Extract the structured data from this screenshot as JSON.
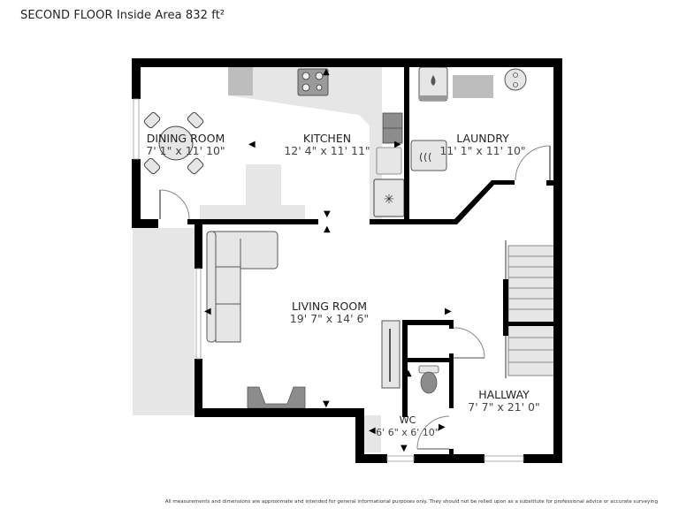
{
  "header": {
    "title": "SECOND FLOOR Inside Area 832 ft²"
  },
  "rooms": [
    {
      "name": "DINING ROOM",
      "dimensions": "7' 1\" x 11' 10\""
    },
    {
      "name": "KITCHEN",
      "dimensions": "12' 4\" x 11' 11\""
    },
    {
      "name": "LAUNDRY",
      "dimensions": "11' 1\" x 11' 10\""
    },
    {
      "name": "LIVING ROOM",
      "dimensions": "19' 7\" x 14' 6\""
    },
    {
      "name": "HALLWAY",
      "dimensions": "7' 7\" x 21' 0\""
    },
    {
      "name": "WC",
      "dimensions": "6' 6\" x 6' 10\""
    }
  ],
  "footer": {
    "disclaimer": "All measurements and dimensions are approximate and intended for general informational purposes only. They should not be relied upon as a substitute for professional advice or accurate surveying"
  },
  "colors": {
    "wall": "#000000",
    "fixture_light": "#e6e6e6",
    "fixture_mid": "#bdbdbd",
    "fixture_dark": "#8c8c8c",
    "background": "#ffffff"
  },
  "icons": [
    "stove-icon",
    "sink-icon",
    "fridge-icon",
    "dryer-icon",
    "water-heater-icon",
    "furnace-icon",
    "toilet-icon",
    "sofa-icon",
    "fireplace-icon",
    "tv-icon",
    "dining-table-icon",
    "stairs-icon",
    "door-icon",
    "window-icon",
    "direction-arrow-icon"
  ]
}
